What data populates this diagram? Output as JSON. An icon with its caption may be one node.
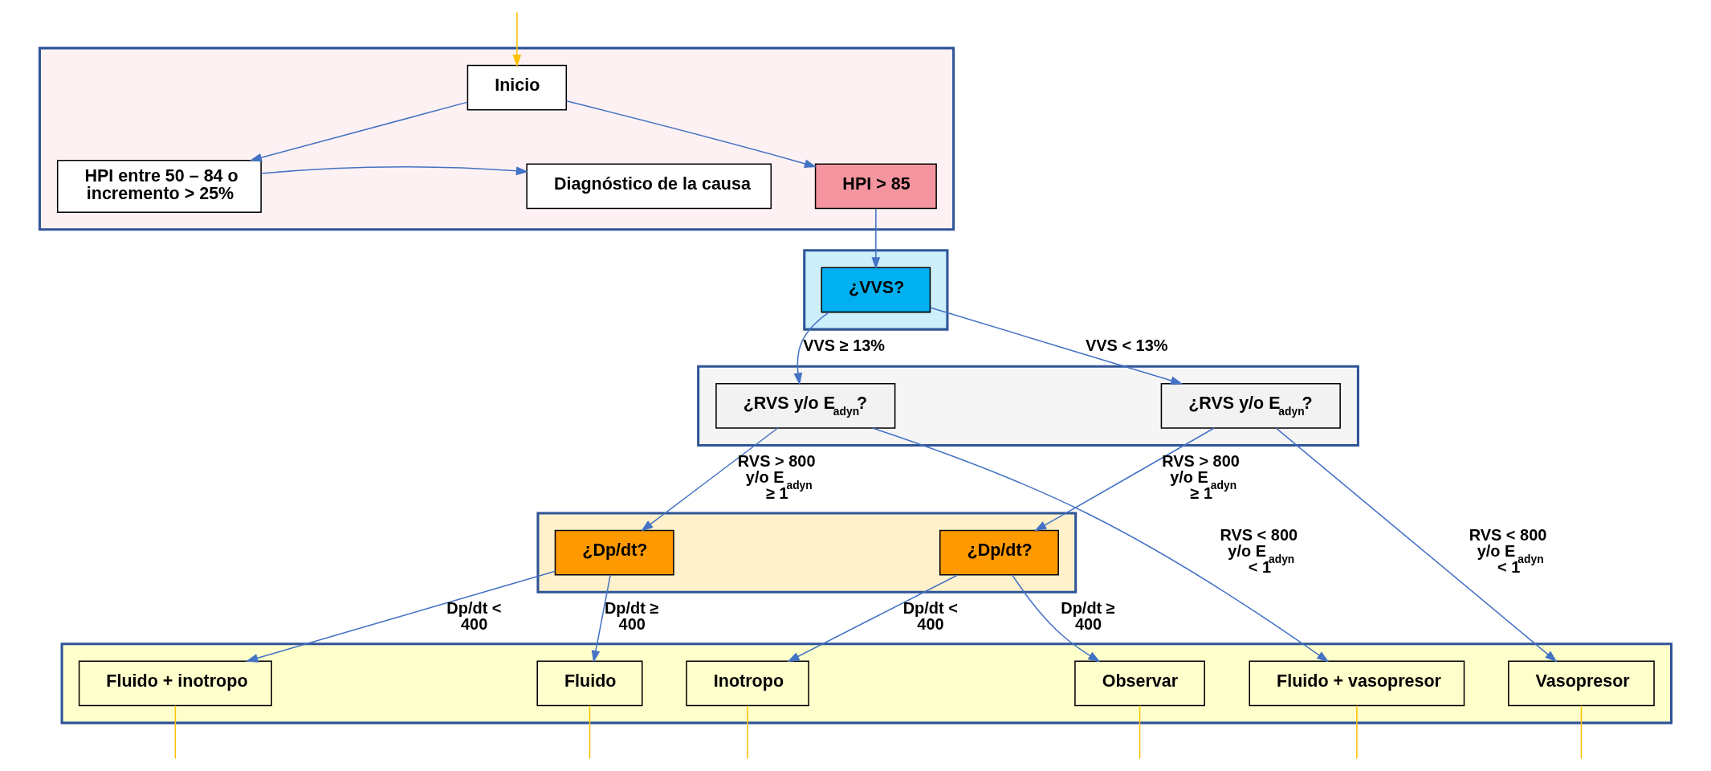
{
  "diagram": {
    "nodes": [
      {
        "text": [],
        "shape": "band"
      },
      {
        "text": [
          "Inicio"
        ],
        "in": 0
      },
      {
        "text": [
          "HPI entre 50 – 84 o incremento > 25%"
        ],
        "in": 0
      },
      {
        "text": [
          "Diagnóstico de la causa"
        ],
        "in": 0
      },
      {
        "text": [
          "HPI > 85"
        ],
        "in": 0
      },
      {
        "text": [],
        "shape": "band"
      },
      {
        "text": [
          "¿VVS?"
        ],
        "in": 5
      },
      {
        "text": [],
        "shape": "band"
      },
      {
        "text": [
          "¿RVS y/o E$_{adyn}$?"
        ],
        "in": 7
      },
      {
        "text": [
          "¿RVS y/o E$_{adyn}$?"
        ],
        "in": 7
      },
      {
        "text": [],
        "shape": "band"
      },
      {
        "text": [
          "¿Dp/dt?"
        ],
        "in": 10
      },
      {
        "text": [
          "¿Dp/dt?"
        ],
        "in": 10
      },
      {
        "text": [],
        "shape": "band"
      },
      {
        "text": [
          "Fluido + vasopresor"
        ],
        "in": 13
      },
      {
        "text": [
          "Fluido + inotropo"
        ],
        "in": 13
      },
      {
        "text": [
          "Fluido"
        ],
        "in": 13
      },
      {
        "text": [
          "Vasopresor"
        ],
        "in": 13
      },
      {
        "text": [
          "Inotropo"
        ],
        "in": 13
      },
      {
        "text": [
          "Observar"
        ],
        "in": 13
      }
    ],
    "edges": [
      {
        "from": null,
        "to": 1,
        "arrow": "to",
        "color": "#ffc000"
      },
      {
        "from": 1,
        "to": 4,
        "arrow": "to"
      },
      {
        "from": 1,
        "to": 2,
        "arrow": "to"
      },
      {
        "from": 2,
        "to": 3,
        "arrow": "to"
      },
      {
        "from": 4,
        "to": 6,
        "arrow": "to"
      },
      {
        "from": 6,
        "to": 8,
        "arrow": "to",
        "label": "VVS ≥ 13%"
      },
      {
        "from": 6,
        "to": 9,
        "arrow": "to",
        "label": "VVS < 13%"
      },
      {
        "from": 8,
        "to": 14,
        "arrow": "to",
        "label": "RVS < 800 y/o E$_{adyn}$ < 1"
      },
      {
        "from": 8,
        "to": 11,
        "arrow": "to",
        "label": "RVS > 800 y/o E$_{adyn}$ ≥ 1"
      },
      {
        "from": 9,
        "to": 17,
        "arrow": "to",
        "label": "RVS < 800 y/o E$_{adyn}$ < 1"
      },
      {
        "from": 9,
        "to": 12,
        "arrow": "to",
        "label": "RVS > 800 y/o E$_{adyn}$ ≥ 1"
      },
      {
        "from": 11,
        "to": 15,
        "arrow": "to",
        "label": "Dp/dt < 400"
      },
      {
        "from": 11,
        "to": 16,
        "arrow": "to",
        "label": "Dp/dt ≥ 400"
      },
      {
        "from": 12,
        "to": 18,
        "arrow": "to",
        "label": "Dp/dt < 400"
      },
      {
        "from": 12,
        "to": 19,
        "arrow": "to",
        "label": "Dp/dt ≥ 400"
      },
      {
        "from": 14,
        "to": null,
        "arrow": "none",
        "color": "#ffc000"
      },
      {
        "from": 15,
        "to": null,
        "arrow": "none",
        "color": "#ffc000"
      },
      {
        "from": 16,
        "to": null,
        "arrow": "none",
        "color": "#ffc000"
      },
      {
        "from": 17,
        "to": null,
        "arrow": "none",
        "color": "#ffc000"
      },
      {
        "from": 18,
        "to": null,
        "arrow": "none",
        "color": "#ffc000"
      },
      {
        "from": 19,
        "to": null,
        "arrow": "none",
        "color": "#ffc000"
      }
    ]
  }
}
